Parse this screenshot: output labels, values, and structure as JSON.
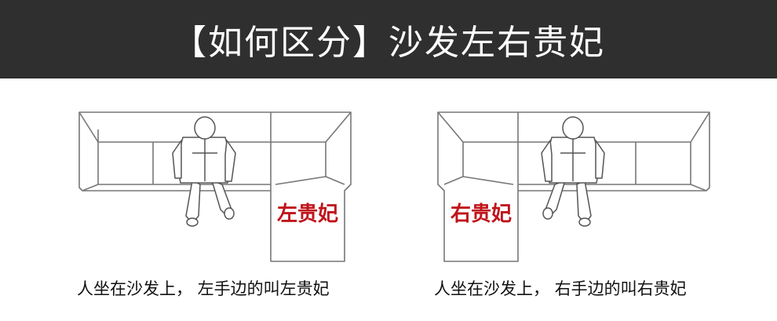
{
  "header": {
    "title": "【如何区分】沙发左右贵妃"
  },
  "left": {
    "chaise_label": "左贵妃",
    "caption": "人坐在沙发上， 左手边的叫左贵妃"
  },
  "right": {
    "chaise_label": "右贵妃",
    "caption": "人坐在沙发上， 右手边的叫右贵妃"
  },
  "colors": {
    "header_bg": "#2f2f2f",
    "header_text": "#ffffff",
    "label_red": "#c0141c",
    "line": "#777777",
    "sofa_fill": "#ffffff"
  }
}
